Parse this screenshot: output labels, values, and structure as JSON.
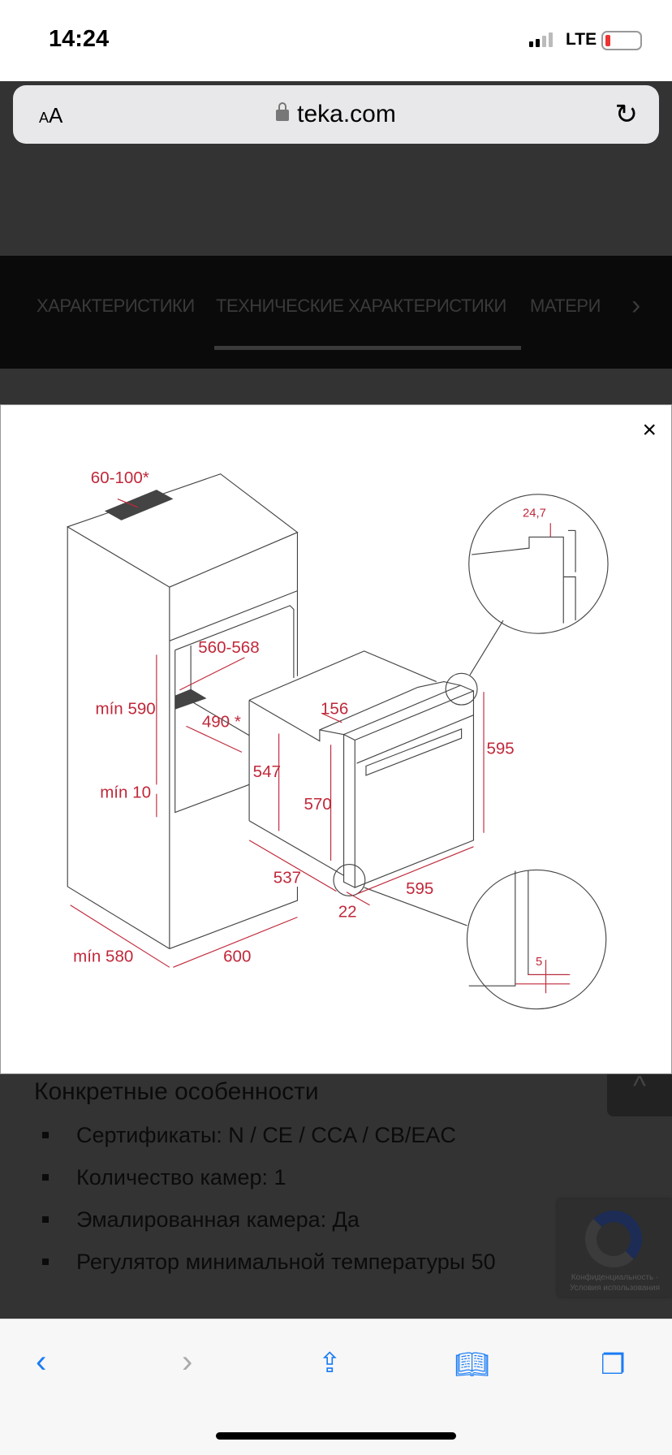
{
  "status_bar": {
    "time": "14:24",
    "network": "LTE"
  },
  "address_bar": {
    "text_size": "AA",
    "domain": "teka.com"
  },
  "nav_tabs": [
    {
      "label": "ХАРАКТЕРИСТИКИ"
    },
    {
      "label": "ТЕХНИЧЕСКИЕ ХАРАКТЕРИСТИКИ",
      "active": true
    },
    {
      "label": "МАТЕРИ"
    }
  ],
  "modal": {
    "close": "×",
    "dimensions": {
      "vent": "60-100*",
      "width_niche": "560-568",
      "depth_niche": "490 *",
      "min_height": "mín 590",
      "min_bottom": "mín 10",
      "min_depth": "mín 580",
      "cabinet_width": "600",
      "body_height": "547",
      "notch": "156",
      "side_height": "570",
      "front_height": "595",
      "depth": "537",
      "door": "22",
      "front_width": "595",
      "detail_top": "24,7",
      "detail_bottom": "5"
    }
  },
  "content": {
    "heading": "Конкретные особенности",
    "items": [
      "Сертификаты: N / CE / CCA / CB/EAC",
      "Количество камер: 1",
      "Эмалированная камера: Да",
      "Регулятор минимальной температуры 50"
    ]
  },
  "recaptcha": {
    "privacy": "Конфиденциальность",
    "terms": "Условия использования"
  },
  "colors": {
    "dimension": "#c0283a",
    "accent": "#1a7cf5"
  }
}
